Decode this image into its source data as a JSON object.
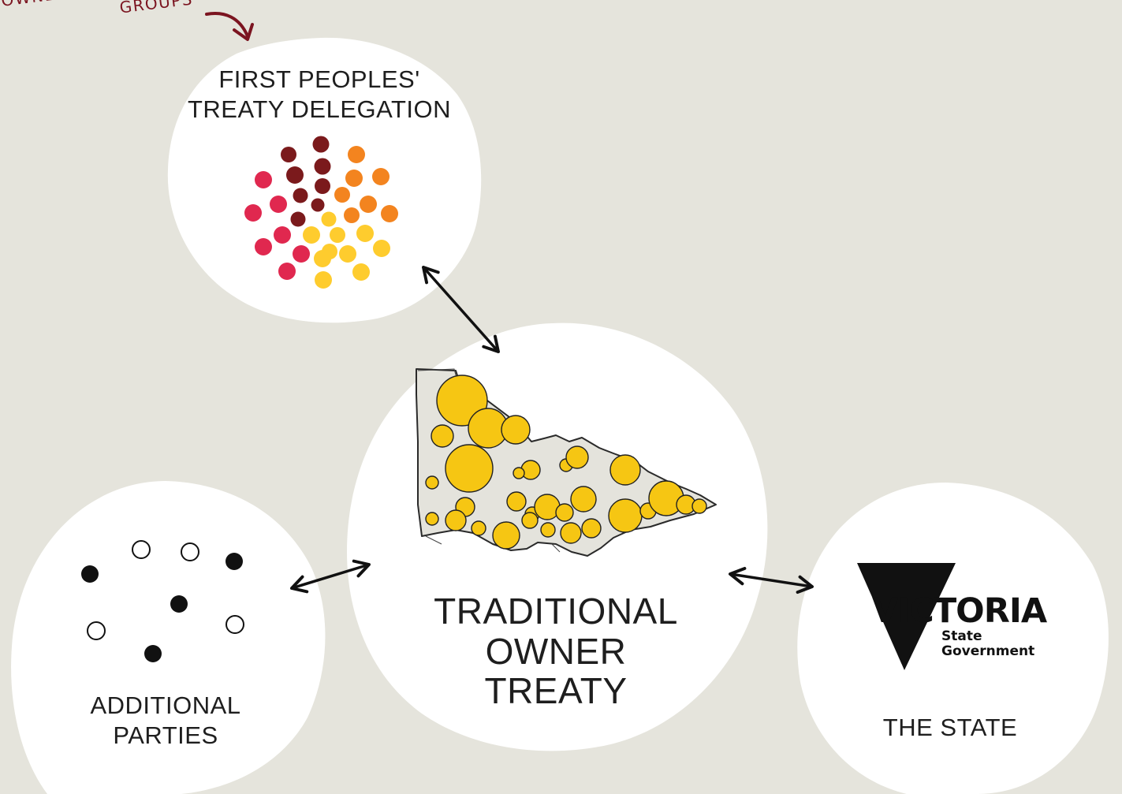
{
  "note": {
    "line1": "OWNER GROUPS",
    "line2": "GROUPS"
  },
  "delegation": {
    "line1": "FIRST PEOPLES'",
    "line2": "TREATY DELEGATION"
  },
  "treaty": {
    "line1": "TRADITIONAL",
    "line2": "OWNER",
    "line3": "TREATY"
  },
  "additional": {
    "line1": "ADDITIONAL",
    "line2": "PARTIES"
  },
  "state": {
    "label": "THE STATE",
    "logo_word": "VICTORIA",
    "logo_sub1": "State",
    "logo_sub2": "Government"
  },
  "colors": {
    "background": "#e5e4dc",
    "circle": "#ffffff",
    "dark_red": "#7b1a1c",
    "pink": "#e0284f",
    "orange": "#f3841f",
    "yellow": "#fecc2e",
    "map_gold": "#f6c613",
    "note_red": "#7b1420"
  }
}
